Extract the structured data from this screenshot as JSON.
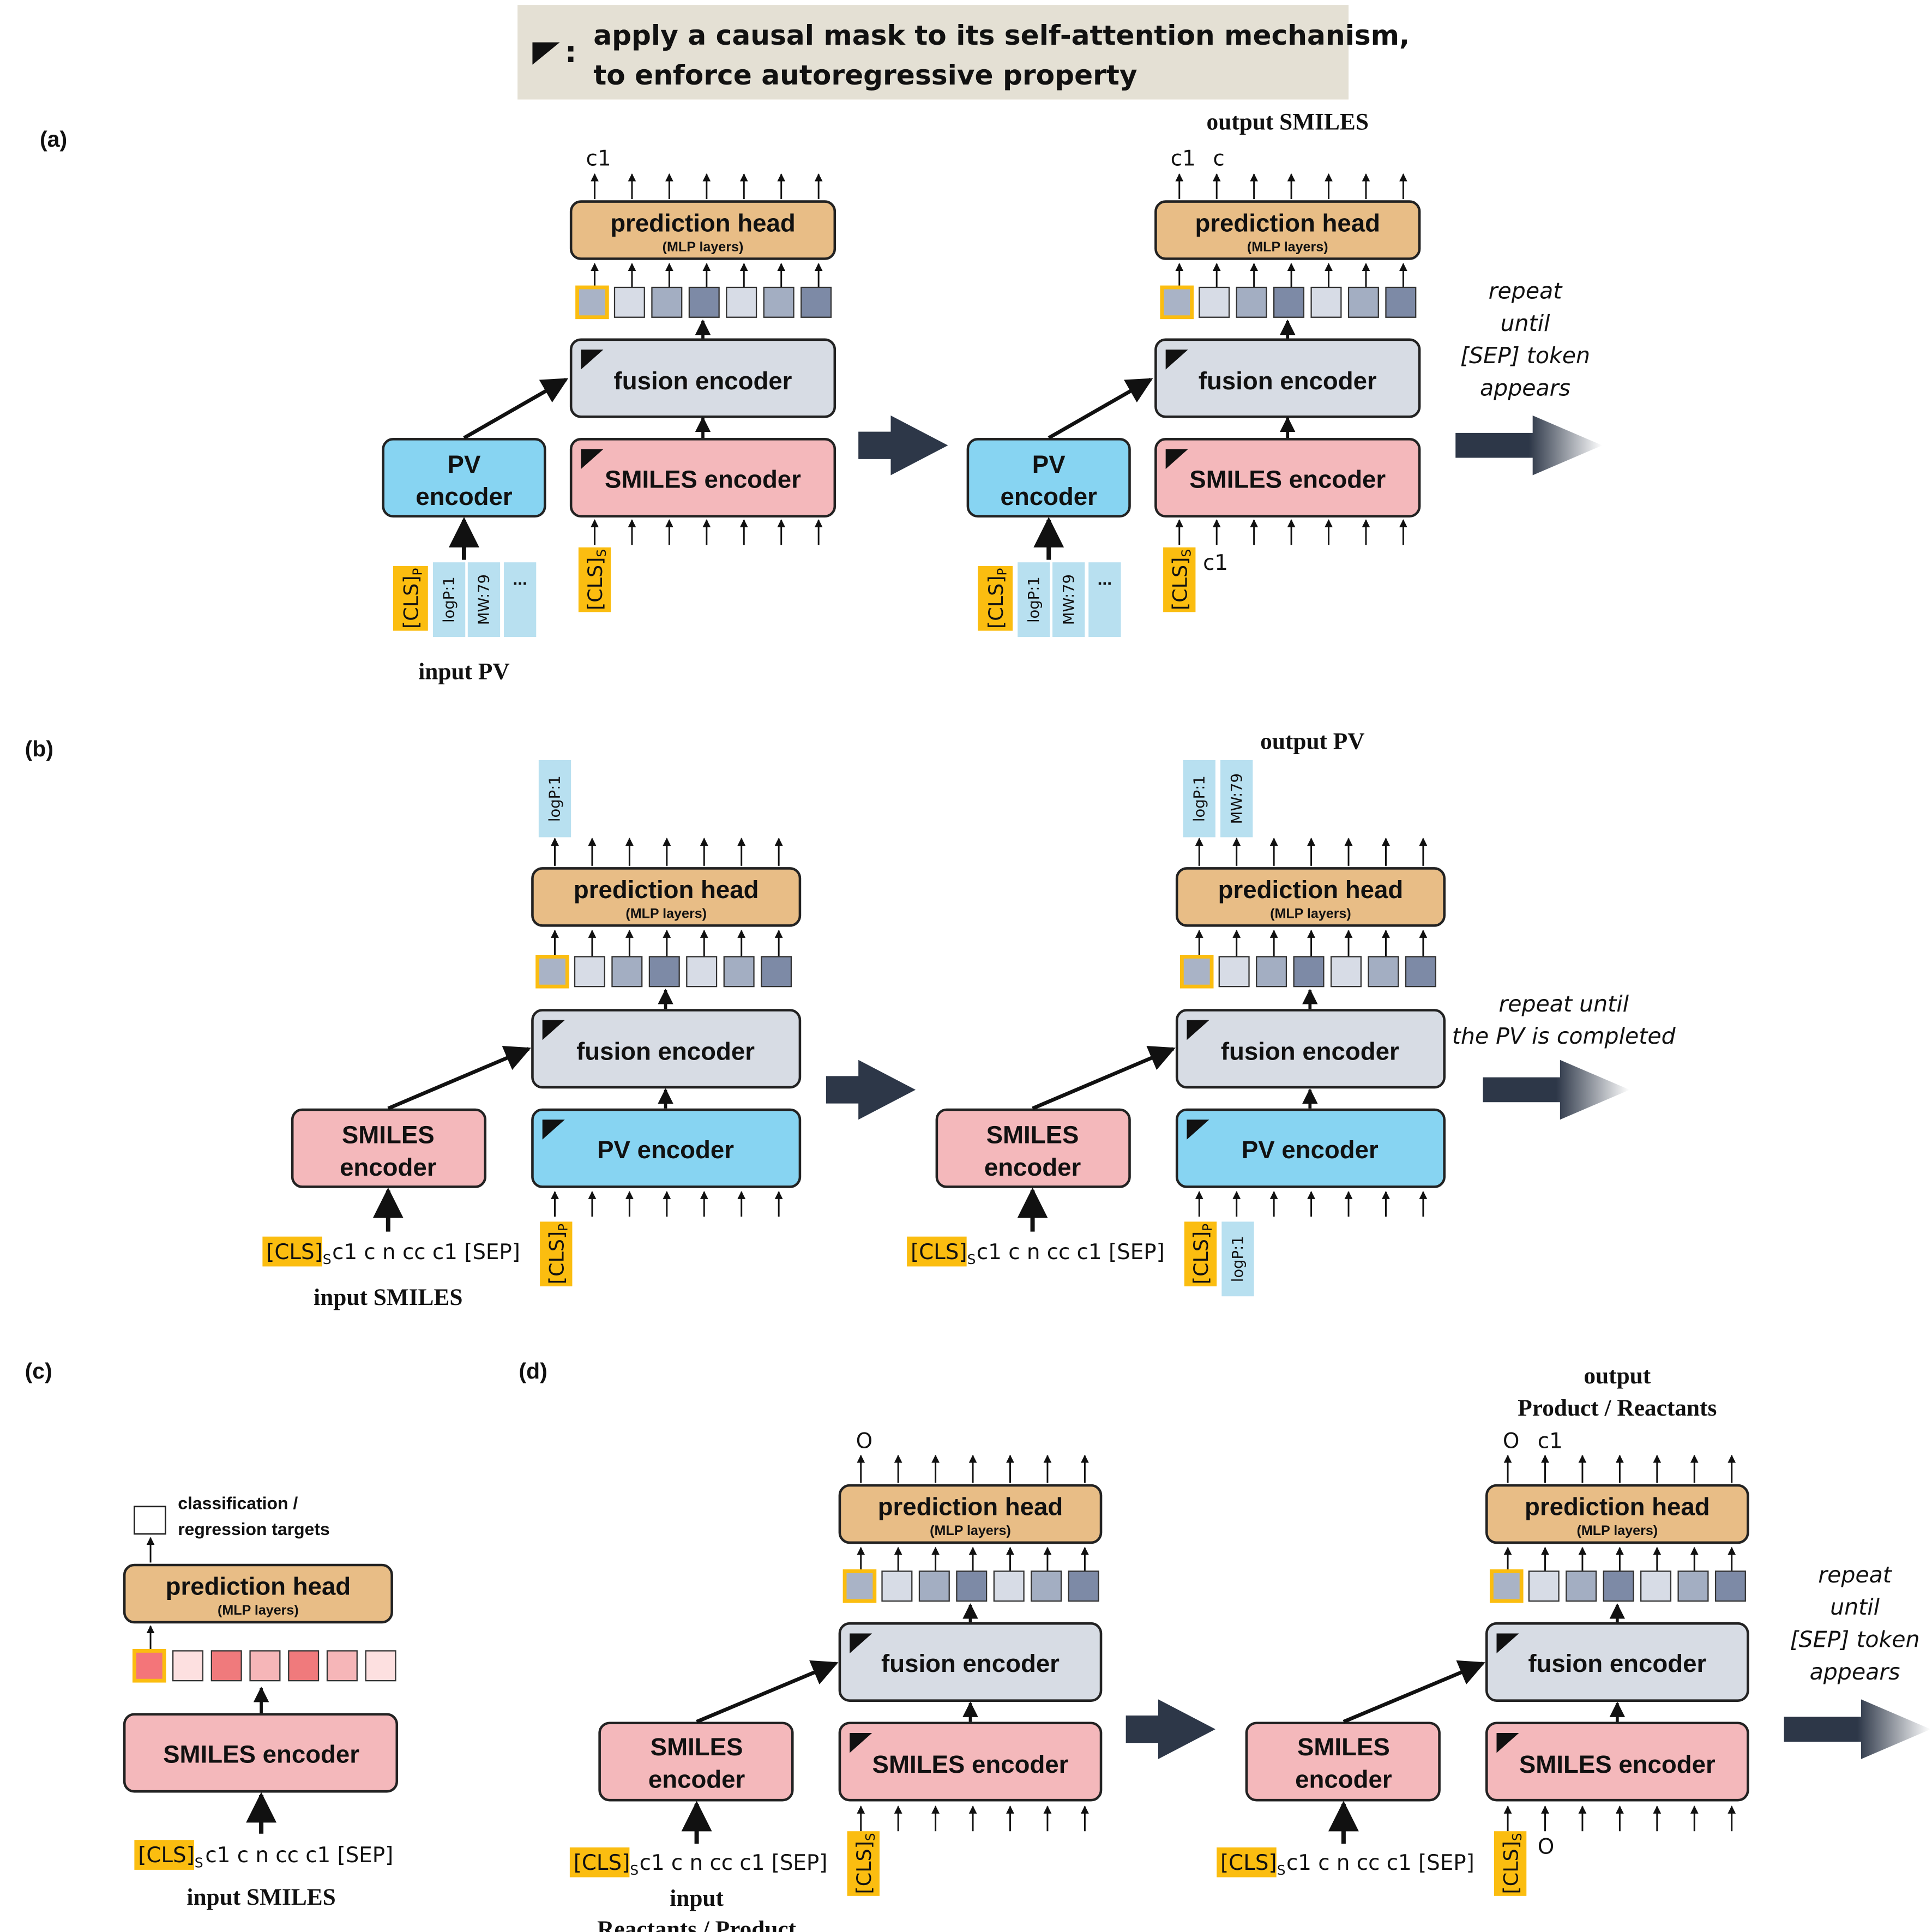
{
  "legend": {
    "line1": "apply a causal mask to its self-attention mechanism,",
    "line2": "to enforce autoregressive property",
    "colon": ":"
  },
  "labels": {
    "panel_a": "(a)",
    "panel_b": "(b)",
    "panel_c": "(c)",
    "panel_d": "(d)"
  },
  "boxes": {
    "prediction_head": "prediction head",
    "mlp_layers": "(MLP layers)",
    "fusion_encoder": "fusion encoder",
    "smiles_encoder": "SMILES encoder",
    "smiles_line1": "SMILES",
    "pv_line1": "PV",
    "encoder_line2": "encoder",
    "pv_encoder": "PV encoder"
  },
  "tokens": {
    "cls": "[CLS]",
    "sub_p": "P",
    "sub_s": "S",
    "logp": "logP:1",
    "mw": "MW:79",
    "ellipsis": "...",
    "c1": "c1",
    "c": "c",
    "O": "O",
    "smiles_seq": "c1 c n cc c1 [SEP]"
  },
  "captions": {
    "input_pv": "input PV",
    "output_smiles": "output SMILES",
    "output_pv": "output PV",
    "input_smiles": "input SMILES",
    "input": "input",
    "reactants_product": "Reactants / Product",
    "output": "output",
    "product_reactants": "Product / Reactants",
    "class_line1": "classification /",
    "class_line2": "regression targets"
  },
  "repeat": {
    "a1": "repeat",
    "a2": "until",
    "a3": "[SEP] token",
    "a4": "appears",
    "b1": "repeat until",
    "b2": "the PV is completed"
  },
  "colors": {
    "pink": "#f4b8bb",
    "blue": "#87d4f2",
    "gray": "#d7dce4",
    "orange": "#e8bd86",
    "gold": "#fbbd10",
    "lightblue": "#b8e0f0",
    "legend_bg": "#e4e0d4",
    "dark": "#2d3748"
  }
}
